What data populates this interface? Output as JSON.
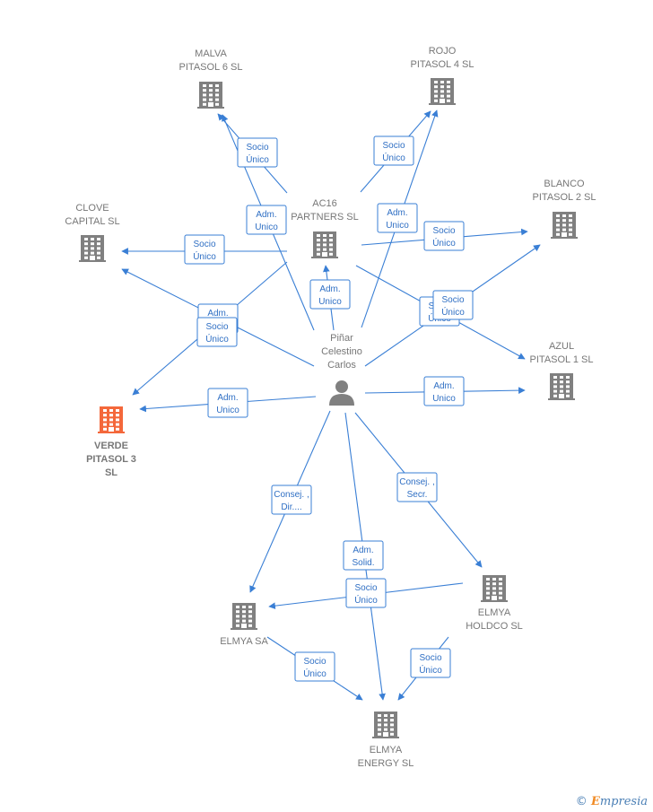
{
  "colors": {
    "edge": "#3a7fd5",
    "company": "#808080",
    "focus_company": "#f4683b",
    "person": "#808080",
    "label": "#777777"
  },
  "nodes": [
    {
      "id": "malva",
      "kind": "company",
      "label": [
        "MALVA",
        "PITASOL 6  SL"
      ]
    },
    {
      "id": "rojo",
      "kind": "company",
      "label": [
        "ROJO",
        "PITASOL 4  SL"
      ]
    },
    {
      "id": "blanco",
      "kind": "company",
      "label": [
        "BLANCO",
        "PITASOL 2  SL"
      ]
    },
    {
      "id": "clove",
      "kind": "company",
      "label": [
        "CLOVE",
        "CAPITAL  SL"
      ]
    },
    {
      "id": "ac16",
      "kind": "company",
      "label": [
        "AC16",
        "PARTNERS  SL"
      ]
    },
    {
      "id": "azul",
      "kind": "company",
      "label": [
        "AZUL",
        "PITASOL 1  SL"
      ]
    },
    {
      "id": "verde",
      "kind": "company",
      "focus": true,
      "label": [
        "VERDE",
        "PITASOL 3",
        "SL"
      ]
    },
    {
      "id": "person",
      "kind": "person",
      "label": [
        "Piñar",
        "Celestino",
        "Carlos"
      ]
    },
    {
      "id": "elmya_holdco",
      "kind": "company",
      "label": [
        "ELMYA",
        "HOLDCO  SL"
      ]
    },
    {
      "id": "elmya_sa",
      "kind": "company",
      "label": [
        "ELMYA SA"
      ]
    },
    {
      "id": "elmya_energy",
      "kind": "company",
      "label": [
        "ELMYA",
        "ENERGY  SL"
      ]
    }
  ],
  "edges": [
    {
      "from": "ac16",
      "to": "malva",
      "label": [
        "Socio",
        "Único"
      ]
    },
    {
      "from": "person",
      "to": "malva",
      "label": [
        "Adm.",
        "Unico"
      ]
    },
    {
      "from": "ac16",
      "to": "rojo",
      "label": [
        "Socio",
        "Único"
      ]
    },
    {
      "from": "person",
      "to": "rojo",
      "label": [
        "Adm.",
        "Unico"
      ]
    },
    {
      "from": "ac16",
      "to": "blanco",
      "label": [
        "Socio",
        "Único"
      ]
    },
    {
      "from": "person",
      "to": "blanco",
      "label": [
        "Socio",
        "Único"
      ]
    },
    {
      "from": "ac16",
      "to": "clove",
      "label": [
        "Socio",
        "Único"
      ]
    },
    {
      "from": "person",
      "to": "clove",
      "label": [
        "Adm.",
        "Unico,..."
      ]
    },
    {
      "from": "ac16",
      "to": "verde",
      "label": [
        "Socio",
        "Único"
      ]
    },
    {
      "from": "person",
      "to": "ac16",
      "label": [
        "Adm.",
        "Unico"
      ]
    },
    {
      "from": "ac16",
      "to": "azul",
      "label": [
        "Socio",
        "Único"
      ]
    },
    {
      "from": "person",
      "to": "azul",
      "label": [
        "Adm.",
        "Unico"
      ]
    },
    {
      "from": "person",
      "to": "verde",
      "label": [
        "Adm.",
        "Unico"
      ]
    },
    {
      "from": "person",
      "to": "elmya_sa",
      "label": [
        "Consej. ,",
        "Dir...."
      ]
    },
    {
      "from": "person",
      "to": "elmya_holdco",
      "label": [
        "Consej. ,",
        "Secr."
      ]
    },
    {
      "from": "person",
      "to": "elmya_energy",
      "label": [
        "Adm.",
        "Solid."
      ]
    },
    {
      "from": "elmya_holdco",
      "to": "elmya_sa",
      "label": [
        "Socio",
        "Único"
      ]
    },
    {
      "from": "elmya_sa",
      "to": "elmya_energy",
      "label": [
        "Socio",
        "Único"
      ]
    },
    {
      "from": "elmya_holdco",
      "to": "elmya_energy",
      "label": [
        "Socio",
        "Único"
      ]
    }
  ],
  "brand": {
    "symbol": "©",
    "initial": "E",
    "name": "mpresia"
  }
}
